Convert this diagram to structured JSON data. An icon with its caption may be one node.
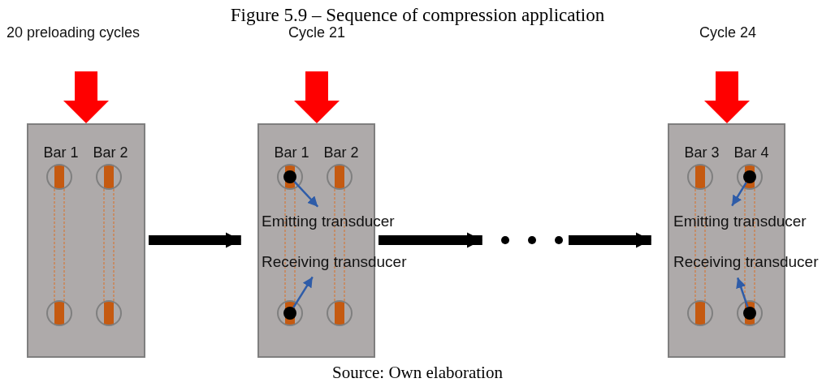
{
  "diagram": {
    "title": "Figure 5.9 – Sequence of compression application",
    "caption": "Source: Own elaboration",
    "nodes": [
      {
        "text": [
          "Bar 1",
          "Bar 2"
        ]
      },
      {
        "text": [
          "Bar 1",
          "Bar 2"
        ]
      },
      {
        "text": [],
        "shape": "circle",
        "in": 1
      },
      {
        "text": [],
        "shape": "circle",
        "in": 1
      },
      {
        "text": [
          "Emitting transducer"
        ]
      },
      {
        "text": [
          "Receiving transducer"
        ]
      },
      {
        "text": [],
        "shape": "dots"
      },
      {
        "text": [
          "Bar 3",
          "Bar 4"
        ]
      },
      {
        "text": [],
        "shape": "circle",
        "in": 7
      },
      {
        "text": [],
        "shape": "circle",
        "in": 7
      },
      {
        "text": [
          "Emitting transducer"
        ]
      },
      {
        "text": [
          "Receiving transducer"
        ]
      }
    ],
    "edges": [
      {
        "from": 0,
        "to": 1,
        "arrow": "to",
        "style": "thick",
        "color": "#000000"
      },
      {
        "from": 1,
        "to": 6,
        "arrow": "to",
        "style": "thick",
        "color": "#000000"
      },
      {
        "from": 6,
        "to": 7,
        "arrow": "to",
        "style": "thick",
        "color": "#000000"
      },
      {
        "from": 2,
        "to": 4,
        "arrow": "to",
        "color": "#2e5ca8"
      },
      {
        "from": 3,
        "to": 5,
        "arrow": "to",
        "color": "#2e5ca8"
      },
      {
        "from": 8,
        "to": 10,
        "arrow": "to",
        "color": "#2e5ca8"
      },
      {
        "from": 9,
        "to": 11,
        "arrow": "to",
        "color": "#2e5ca8"
      }
    ],
    "labels": [
      "20 preloading cycles",
      "Cycle 21",
      "Cycle 24"
    ]
  }
}
